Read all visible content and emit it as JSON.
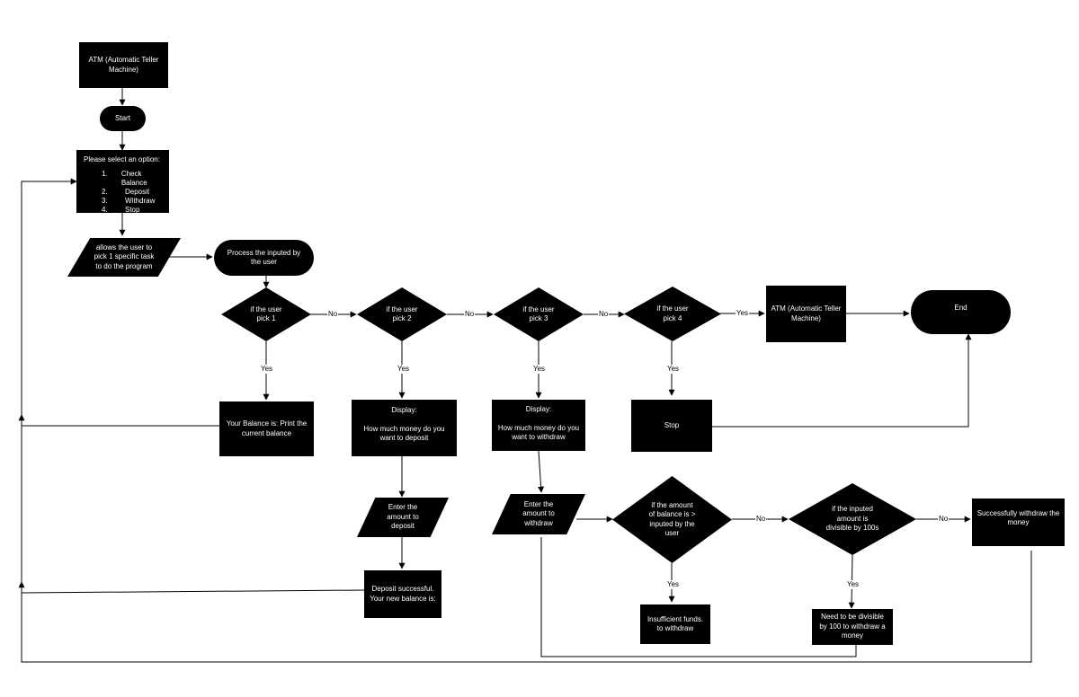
{
  "nodes": {
    "atm_top": "ATM (Automatic Teller\nMachine)",
    "start": "Start",
    "menu": {
      "title": "Please select an option:",
      "options": [
        {
          "num": "1.",
          "label": "Check Balance"
        },
        {
          "num": "2.",
          "label": "Deposit"
        },
        {
          "num": "3.",
          "label": "Withdraw"
        },
        {
          "num": "4.",
          "label": "Stop"
        }
      ]
    },
    "allows": "allows the user to\npick 1 specific task\nto do the program",
    "process": "Process the inputed by\nthe user",
    "d_pick1": "if the user\npick 1",
    "d_pick2": "if the user\npick 2",
    "d_pick3": "if the user\npick 3",
    "d_pick4": "if the user\npick 4",
    "atm_right": "ATM (Automatic Teller\nMachine)",
    "end": "End",
    "balance": "Your Balance is: Print the\ncurrent balance",
    "display_deposit": "Display:\n\nHow much money do you\nwant to deposit",
    "display_withdraw": "Display:\n\nHow much money do you\nwant to withdraw",
    "stop": "Stop",
    "enter_deposit": "Enter the\namount to\ndeposit",
    "enter_withdraw": "Enter the\namount to\nwithdraw",
    "d_balance": "if  the amount\nof balance is >\ninputed by the\nuser",
    "d_divisible": "if the inputed\namount is\ndivisible by 100s",
    "success_withdraw": "Successfully withdraw the\nmoney",
    "deposit_success": "Deposit successful.\nYour new balance is:",
    "insufficient": "Insufficient funds.\nto withdraw",
    "need_divisible": "Need to be divisible\nby 100 to withdraw a\nmoney"
  },
  "labels": {
    "yes": "Yes",
    "no": "No"
  }
}
